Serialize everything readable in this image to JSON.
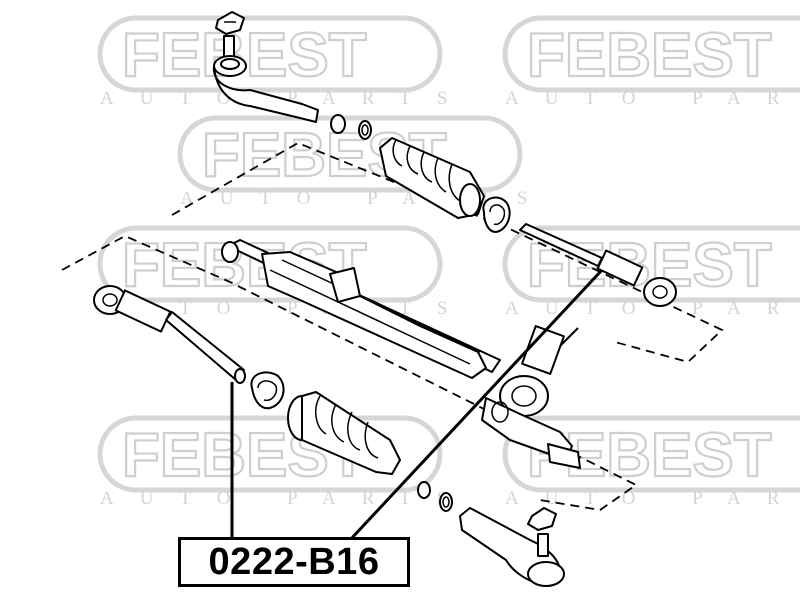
{
  "watermark": {
    "brand": "FEBEST",
    "tagline": "AUTO PARTS",
    "color": "#cfcfcf"
  },
  "diagram": {
    "subject": "steering-rack-assembly",
    "line_color": "#000000",
    "part_number": "0222-B16"
  }
}
